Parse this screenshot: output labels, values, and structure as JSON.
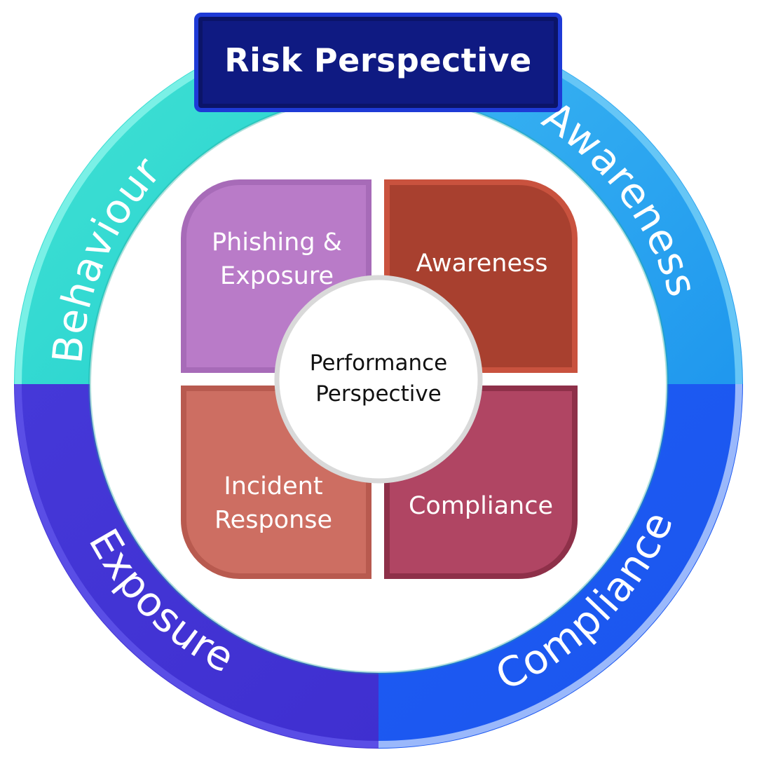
{
  "title": "Risk Perspective",
  "ring": {
    "behaviour": "Behaviour",
    "awareness": "Awareness",
    "exposure": "Exposure",
    "compliance": "Compliance"
  },
  "quadrants": {
    "phishing_line1": "Phishing &",
    "phishing_line2": "Exposure",
    "awareness": "Awareness",
    "incident_line1": "Incident",
    "incident_line2": "Response",
    "compliance": "Compliance"
  },
  "center": {
    "line1": "Performance",
    "line2": "Perspective"
  },
  "colors": {
    "behaviour": "#2fd8cf",
    "awareness": "#2aa6f0",
    "exposure": "#4634d6",
    "compliance": "#1f5bf2",
    "phishing": "#b97bc8",
    "awareness_quad": "#a8402f",
    "incident": "#cd6e62",
    "compliance_quad": "#b04563",
    "title_bg": "#0f1a82"
  }
}
